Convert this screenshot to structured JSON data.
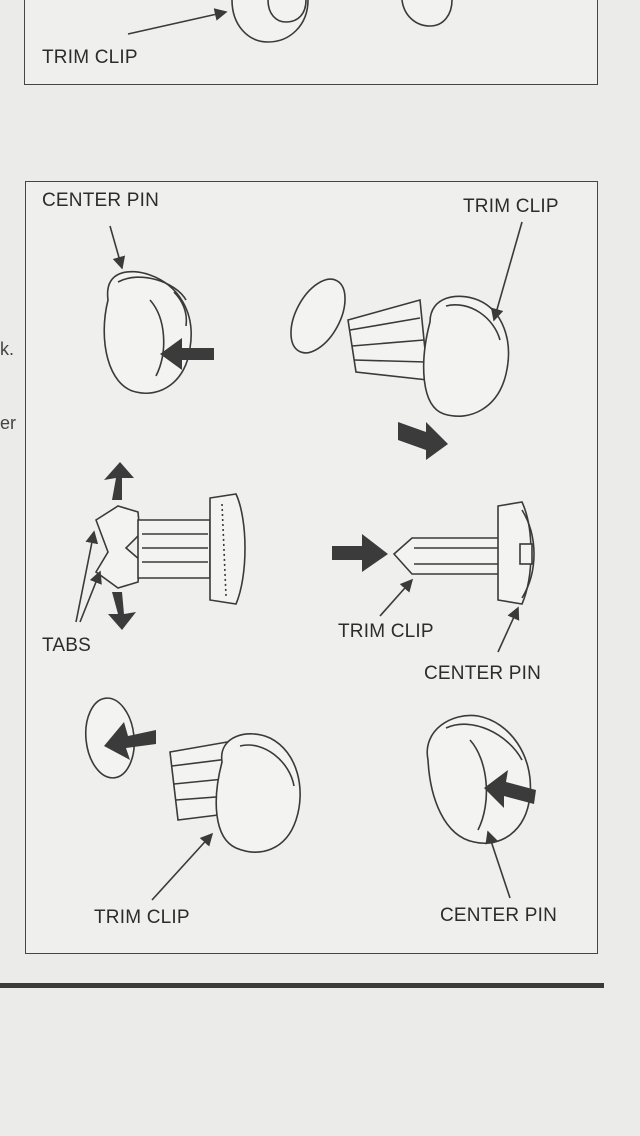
{
  "top_panel": {
    "trim_clip_label": "TRIM CLIP"
  },
  "main_panel": {
    "labels": {
      "center_pin_top_left": "CENTER PIN",
      "trim_clip_top_right": "TRIM CLIP",
      "tabs": "TABS",
      "trim_clip_middle": "TRIM CLIP",
      "center_pin_middle": "CENTER PIN",
      "trim_clip_bottom": "TRIM CLIP",
      "center_pin_bottom": "CENTER PIN"
    }
  },
  "margin_text": {
    "char_1": "k.",
    "char_2": "er"
  },
  "colors": {
    "line": "#3a3a3a",
    "arrow_fill": "#3b3b3b",
    "part_fill": "#f2f2f0",
    "background": "#ebebea"
  }
}
